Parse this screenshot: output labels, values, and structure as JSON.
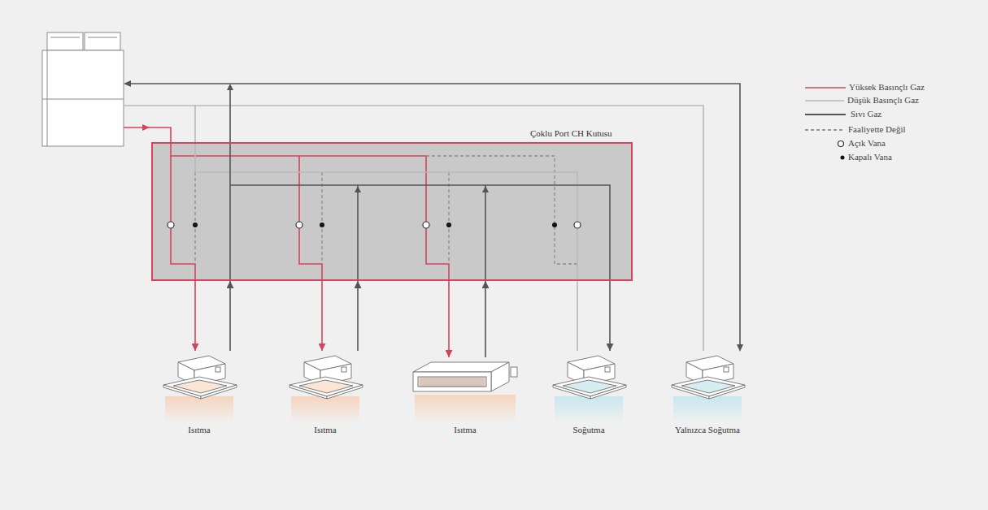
{
  "diagram": {
    "nodes": [
      {
        "text": [
          "Çoklu Port CH Kutusu"
        ]
      },
      {
        "text": [
          "Isıtma"
        ]
      },
      {
        "text": [
          "Isıtma"
        ]
      },
      {
        "text": [
          "Isıtma"
        ]
      },
      {
        "text": [
          "Soğutma"
        ]
      },
      {
        "text": [
          "Yalnızca Soğutma"
        ]
      }
    ],
    "edges": [
      {
        "from": 0,
        "to": 1,
        "arrow": "to"
      },
      {
        "from": 1,
        "to": 0,
        "arrow": "to"
      },
      {
        "from": 0,
        "to": 2,
        "arrow": "to"
      },
      {
        "from": 2,
        "to": 0,
        "arrow": "to"
      },
      {
        "from": 0,
        "to": 3,
        "arrow": "to"
      },
      {
        "from": 3,
        "to": 0,
        "arrow": "to"
      },
      {
        "from": 4,
        "to": 0,
        "arrow": "none"
      },
      {
        "from": 0,
        "to": 4,
        "arrow": "to"
      }
    ],
    "legend": [
      {
        "text": "Yüksek Basınçlı Gaz"
      },
      {
        "text": "Düşük Basınçlı Gaz"
      },
      {
        "text": "Sıvı Gaz"
      },
      {
        "text": "Faaliyette Değil"
      },
      {
        "text": "Açık Vana"
      },
      {
        "text": "Kapalı Vana"
      }
    ]
  }
}
